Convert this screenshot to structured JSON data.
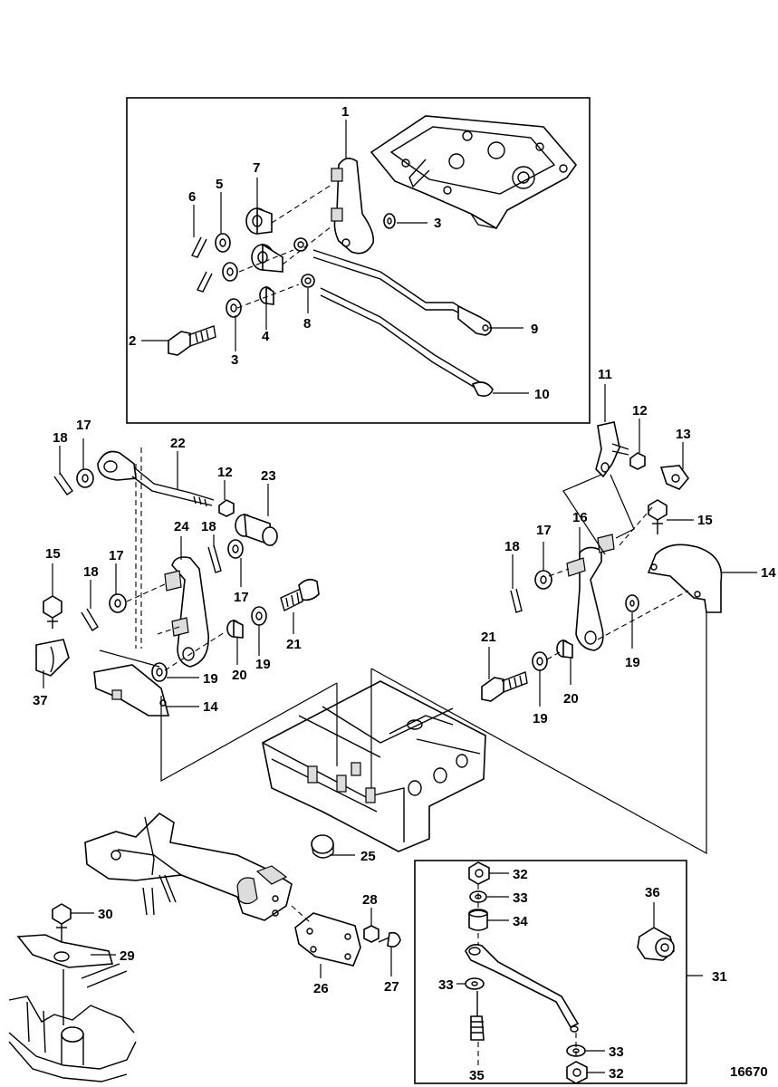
{
  "diagram_number": "16670",
  "callouts": {
    "c1": "1",
    "c2": "2",
    "c3a": "3",
    "c3b": "3",
    "c4": "4",
    "c5": "5",
    "c6": "6",
    "c7": "7",
    "c8": "8",
    "c9": "9",
    "c10": "10",
    "c11": "11",
    "c12a": "12",
    "c12b": "12",
    "c13": "13",
    "c14a": "14",
    "c14b": "14",
    "c15a": "15",
    "c15b": "15",
    "c16": "16",
    "c17a": "17",
    "c17b": "17",
    "c17c": "17",
    "c17d": "17",
    "c18a": "18",
    "c18b": "18",
    "c18c": "18",
    "c18d": "18",
    "c19a": "19",
    "c19b": "19",
    "c19c": "19",
    "c19d": "19",
    "c20a": "20",
    "c20b": "20",
    "c21a": "21",
    "c21b": "21",
    "c22": "22",
    "c23": "23",
    "c24": "24",
    "c25": "25",
    "c26": "26",
    "c27": "27",
    "c28": "28",
    "c29": "29",
    "c30": "30",
    "c31": "31",
    "c32a": "32",
    "c32b": "32",
    "c33a": "33",
    "c33b": "33",
    "c33c": "33",
    "c34": "34",
    "c35": "35",
    "c36": "36",
    "c37": "37"
  }
}
